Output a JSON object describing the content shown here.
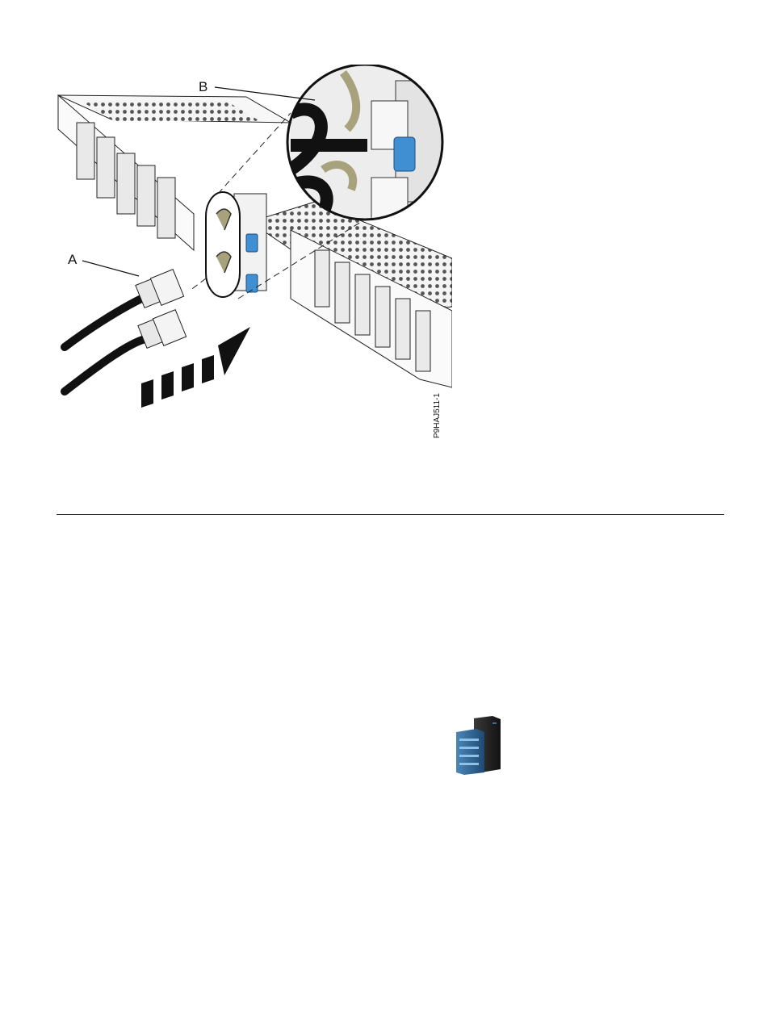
{
  "figure": {
    "callouts": [
      "A",
      "B"
    ],
    "figure_id": "P9HAJ511-1",
    "accent_color": "#3f8fd2",
    "strap_color": "#a8a27c"
  },
  "logo": {
    "icon": "server-rack-icon"
  }
}
